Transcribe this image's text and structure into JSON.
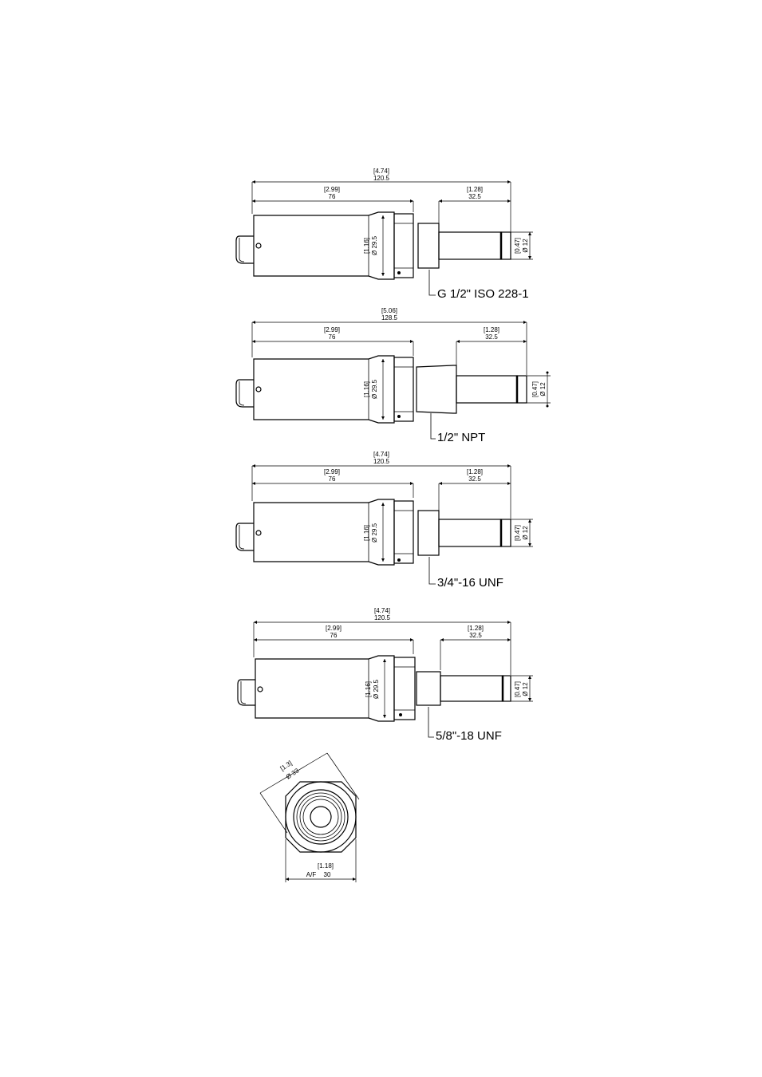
{
  "views": [
    {
      "thread_label": "G 1/2\" ISO 228-1",
      "total_in": "[4.74]",
      "total_mm": "120.5",
      "body_in": "[2.99]",
      "body_mm": "76",
      "probe_in": "[1.28]",
      "probe_mm": "32.5",
      "body_dia_in": "[1.16]",
      "body_dia_mm": "Ø 29.5",
      "tip_dia_in": "[0.47]",
      "tip_dia_mm": "Ø 12"
    },
    {
      "thread_label": "1/2\" NPT",
      "total_in": "[5.06]",
      "total_mm": "128.5",
      "body_in": "[2.99]",
      "body_mm": "76",
      "probe_in": "[1.28]",
      "probe_mm": "32.5",
      "body_dia_in": "[1.16]",
      "body_dia_mm": "Ø 29.5",
      "tip_dia_in": "[0.47]",
      "tip_dia_mm": "Ø 12"
    },
    {
      "thread_label": "3/4\"-16 UNF",
      "total_in": "[4.74]",
      "total_mm": "120.5",
      "body_in": "[2.99]",
      "body_mm": "76",
      "probe_in": "[1.28]",
      "probe_mm": "32.5",
      "body_dia_in": "[1.16]",
      "body_dia_mm": "Ø 29.5",
      "tip_dia_in": "[0.47]",
      "tip_dia_mm": "Ø 12"
    },
    {
      "thread_label": "5/8\"-18 UNF",
      "total_in": "[4.74]",
      "total_mm": "120.5",
      "body_in": "[2.99]",
      "body_mm": "76",
      "probe_in": "[1.28]",
      "probe_mm": "32.5",
      "body_dia_in": "[1.16]",
      "body_dia_mm": "Ø 29.5",
      "tip_dia_in": "[0.47]",
      "tip_dia_mm": "Ø 12"
    }
  ],
  "end_view": {
    "dia_in": "[1.3]",
    "dia_mm": "Ø 33",
    "af_in": "[1.18]",
    "af_prefix": "A/F",
    "af_mm": "30"
  }
}
